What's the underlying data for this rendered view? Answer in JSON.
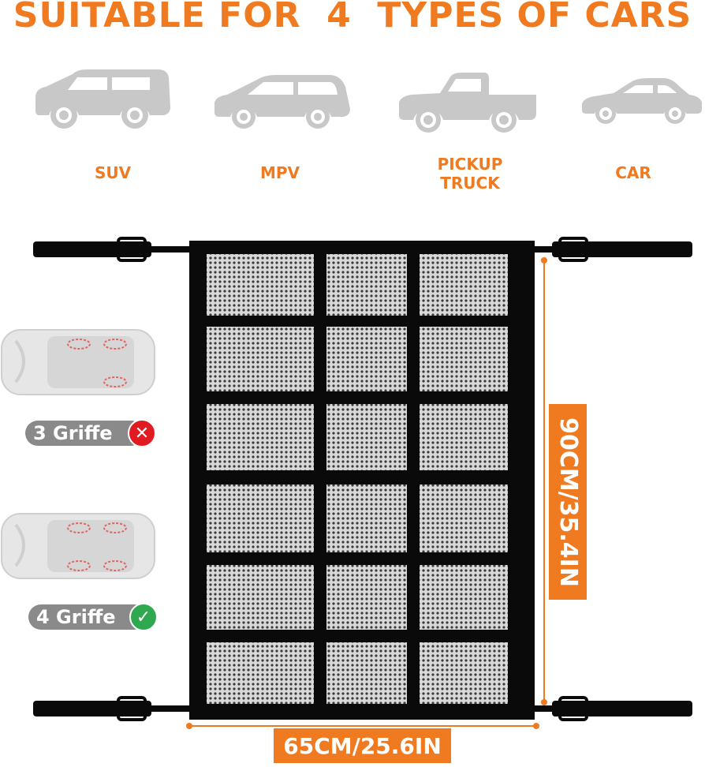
{
  "title": "SUITABLE FOR  4  TYPES OF CARS",
  "car_types": [
    {
      "label": "SUV",
      "icon": "suv-icon"
    },
    {
      "label": "MPV",
      "icon": "mpv-icon"
    },
    {
      "label": "PICKUP\nTRUCK",
      "icon": "pickup-truck-icon"
    },
    {
      "label": "CAR",
      "icon": "sedan-icon"
    }
  ],
  "dimensions": {
    "height_label": "90CM/35.4IN",
    "width_label": "65CM/25.6IN"
  },
  "handle_options": [
    {
      "label": "3 Griffe",
      "status": "not-suitable",
      "status_color": "#e11b22"
    },
    {
      "label": "4 Griffe",
      "status": "suitable",
      "status_color": "#2fa84f"
    }
  ],
  "colors": {
    "accent": "#f07a1f",
    "icon_gray": "#c8c8c8",
    "pill_gray": "#8a8a8a",
    "net_black": "#0a0a0a"
  }
}
